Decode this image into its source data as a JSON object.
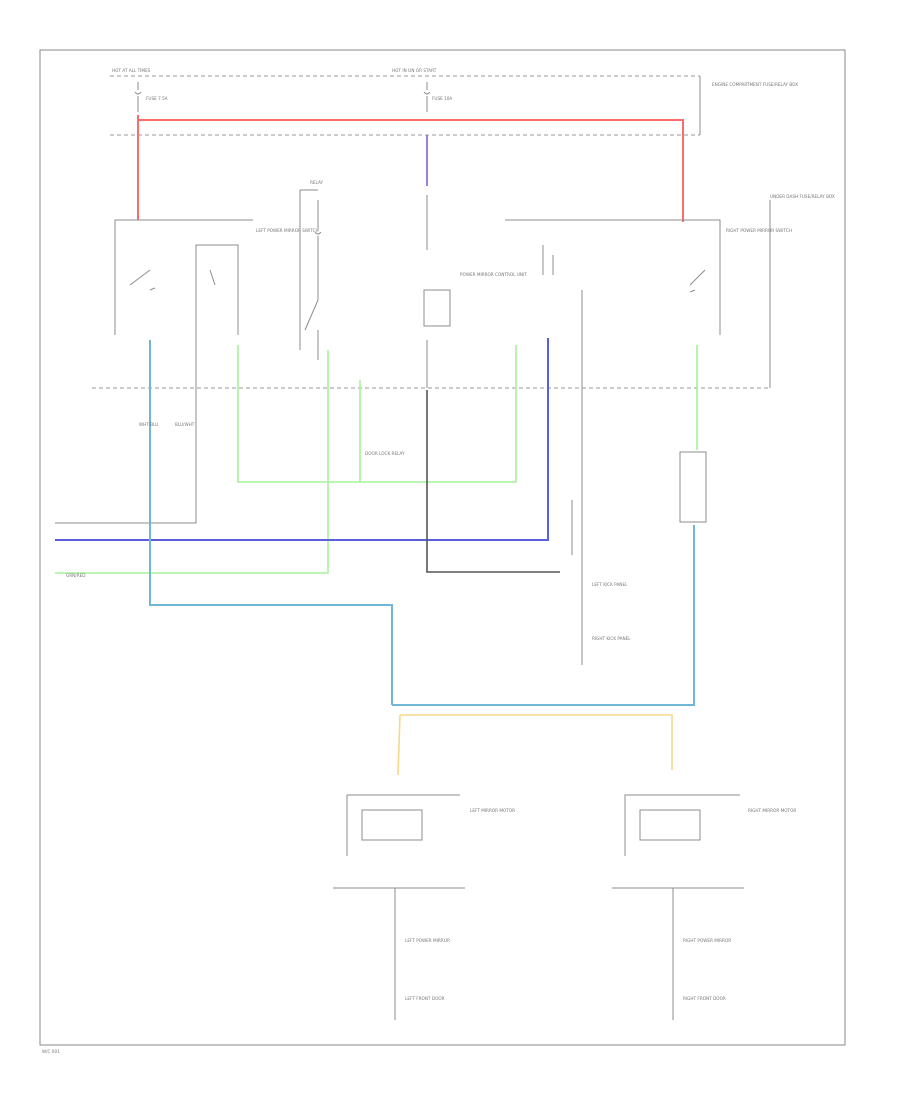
{
  "colors": {
    "red": "#ff6b6b",
    "purple": "#9d7fe0",
    "blue": "#5b5fdc",
    "green": "#a6f29a",
    "lightblue": "#6fb6d9",
    "yellow": "#f5d98a",
    "black": "#555555"
  },
  "labels": {
    "top_left_box": "HOT AT ALL TIMES",
    "top_center_box": "HOT IN ON OR START",
    "fuse_left": "FUSE 7.5A",
    "fuse_center": "FUSE 10A",
    "engine_fuse_box": "ENGINE COMPARTMENT FUSE/RELAY BOX",
    "left_switch": "LEFT POWER MIRROR SWITCH",
    "right_switch": "RIGHT POWER MIRROR SWITCH",
    "center_relay": "RELAY",
    "power_mirror_module": "POWER MIRROR CONTROL UNIT",
    "under_dash_box": "UNDER DASH FUSE/RELAY BOX",
    "door_lock": "DOOR LOCK RELAY",
    "gnd_left": "LEFT KICK PANEL",
    "gnd_right": "RIGHT KICK PANEL",
    "left_motor": "LEFT MIRROR MOTOR",
    "right_motor": "RIGHT MIRROR MOTOR",
    "left_motor_side": "LEFT POWER MIRROR",
    "right_motor_side": "RIGHT POWER MIRROR",
    "left_gnd": "LEFT FRONT DOOR",
    "right_gnd": "RIGHT FRONT DOOR",
    "wire_a": "WHT/BLU",
    "wire_b": "BLU/WHT",
    "wire_c": "GRN/RED",
    "footer_code": "W/C 001"
  }
}
